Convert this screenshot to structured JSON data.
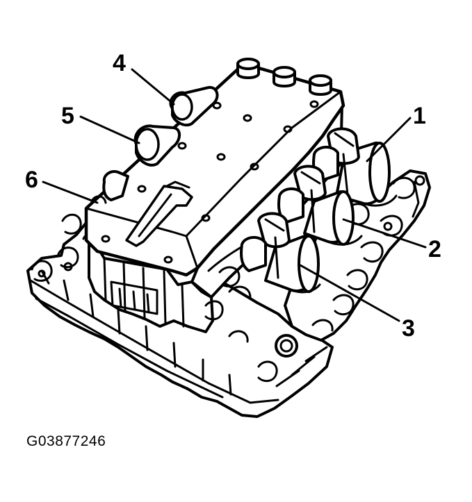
{
  "figure": {
    "id_label": "G03877246",
    "ink_color": "#000000",
    "background_color": "#ffffff"
  },
  "callouts": [
    {
      "label": "1"
    },
    {
      "label": "2"
    },
    {
      "label": "3"
    },
    {
      "label": "4"
    },
    {
      "label": "5"
    },
    {
      "label": "6"
    }
  ]
}
